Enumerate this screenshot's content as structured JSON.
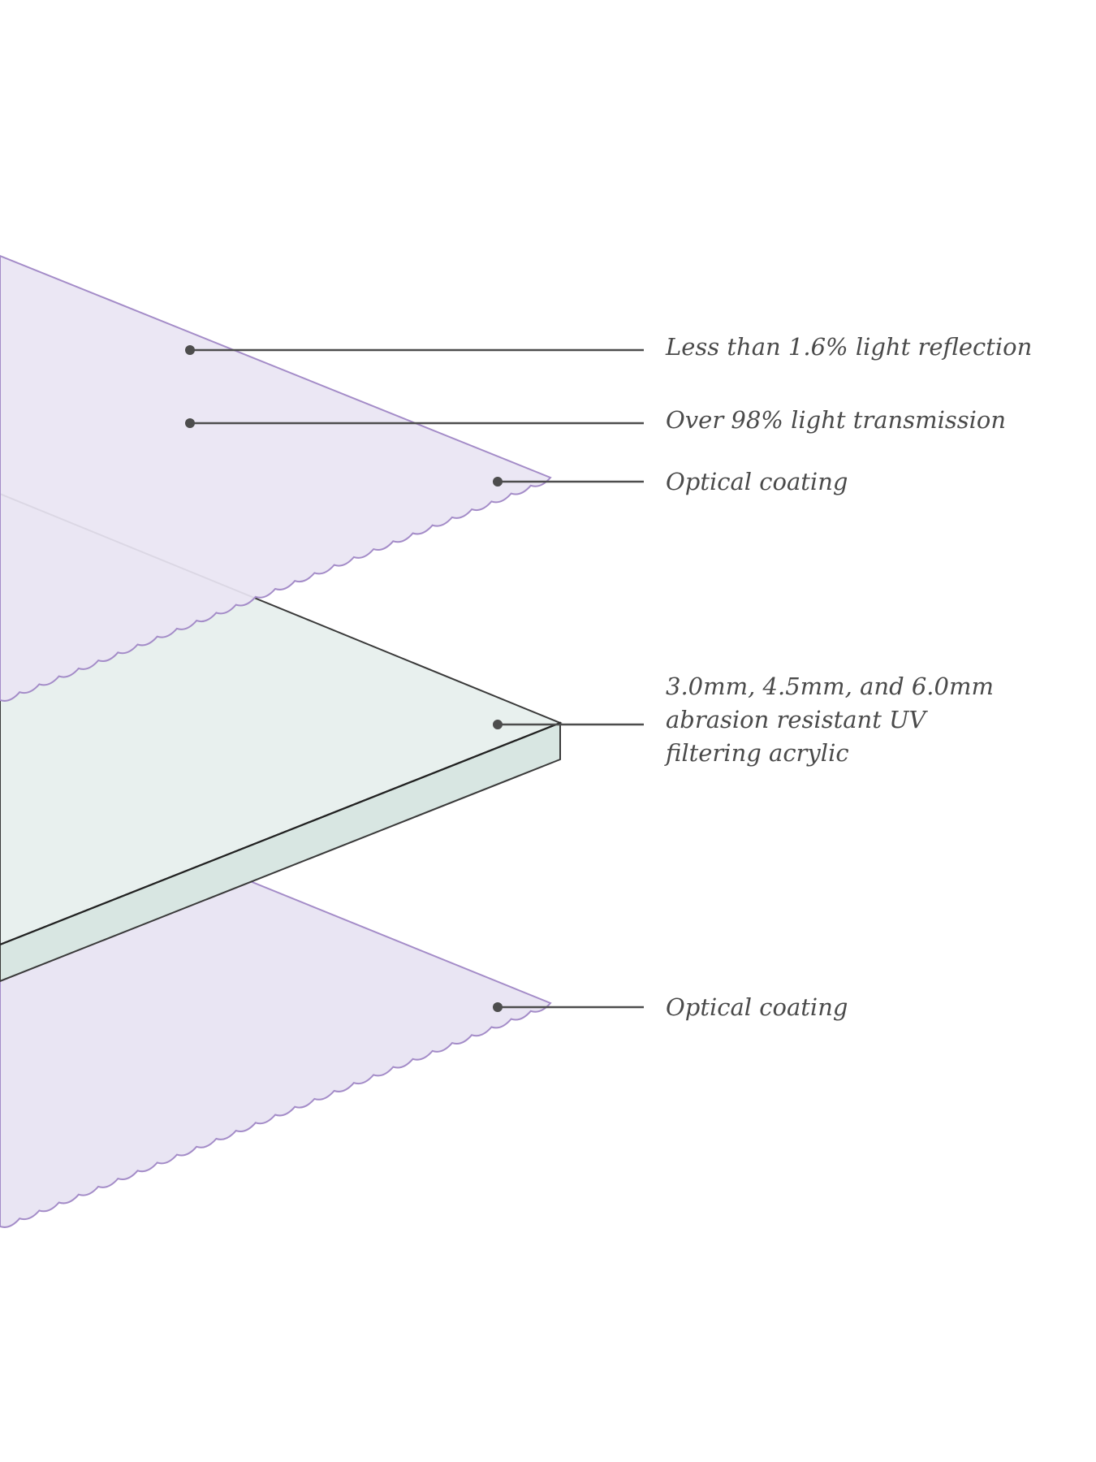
{
  "callouts": {
    "reflection": "Less than 1.6% light reflection",
    "transmission": "Over 98% light transmission",
    "top_coating": "Optical coating",
    "acrylic_lines": [
      "3.0mm, 4.5mm, and 6.0mm",
      "abrasion resistant UV",
      "filtering acrylic"
    ],
    "bottom_coating": "Optical coating"
  },
  "colors": {
    "coating_fill": "#e9e5f3",
    "coating_stroke": "#a48cc8",
    "acrylic_top": "#e8f0ee",
    "acrylic_edge": "#d8e6e2",
    "acrylic_stroke": "#3a3a3a",
    "leader": "#4d4d4d",
    "text": "#4a4a4a"
  }
}
